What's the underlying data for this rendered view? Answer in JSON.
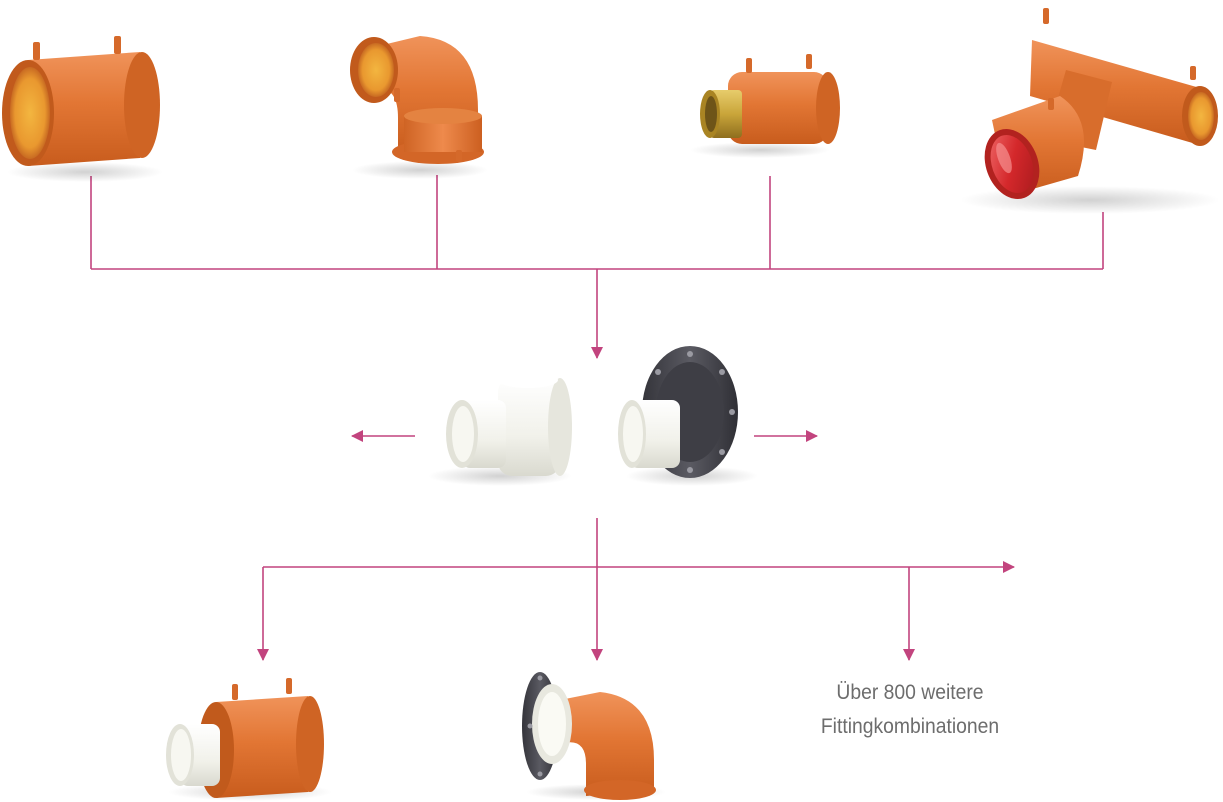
{
  "caption": {
    "line1": "Über 800 weitere",
    "line2": "Fittingkombinationen"
  },
  "colors": {
    "connector_line": "#c2447e",
    "fitting_orange": "#e07a35",
    "fitting_white": "#f4f4ef",
    "flange_dark": "#4a4a50",
    "brass": "#c9a53a",
    "caption_text": "#6d6d6d"
  },
  "products": {
    "top_row": [
      "coupler",
      "elbow-90",
      "brass-thread-adapter",
      "tee"
    ],
    "middle_row": [
      "white-reducer-adapter",
      "white-flange-adapter"
    ],
    "bottom_row": [
      "coupler-with-adapter",
      "elbow-with-flange-adapter"
    ]
  }
}
